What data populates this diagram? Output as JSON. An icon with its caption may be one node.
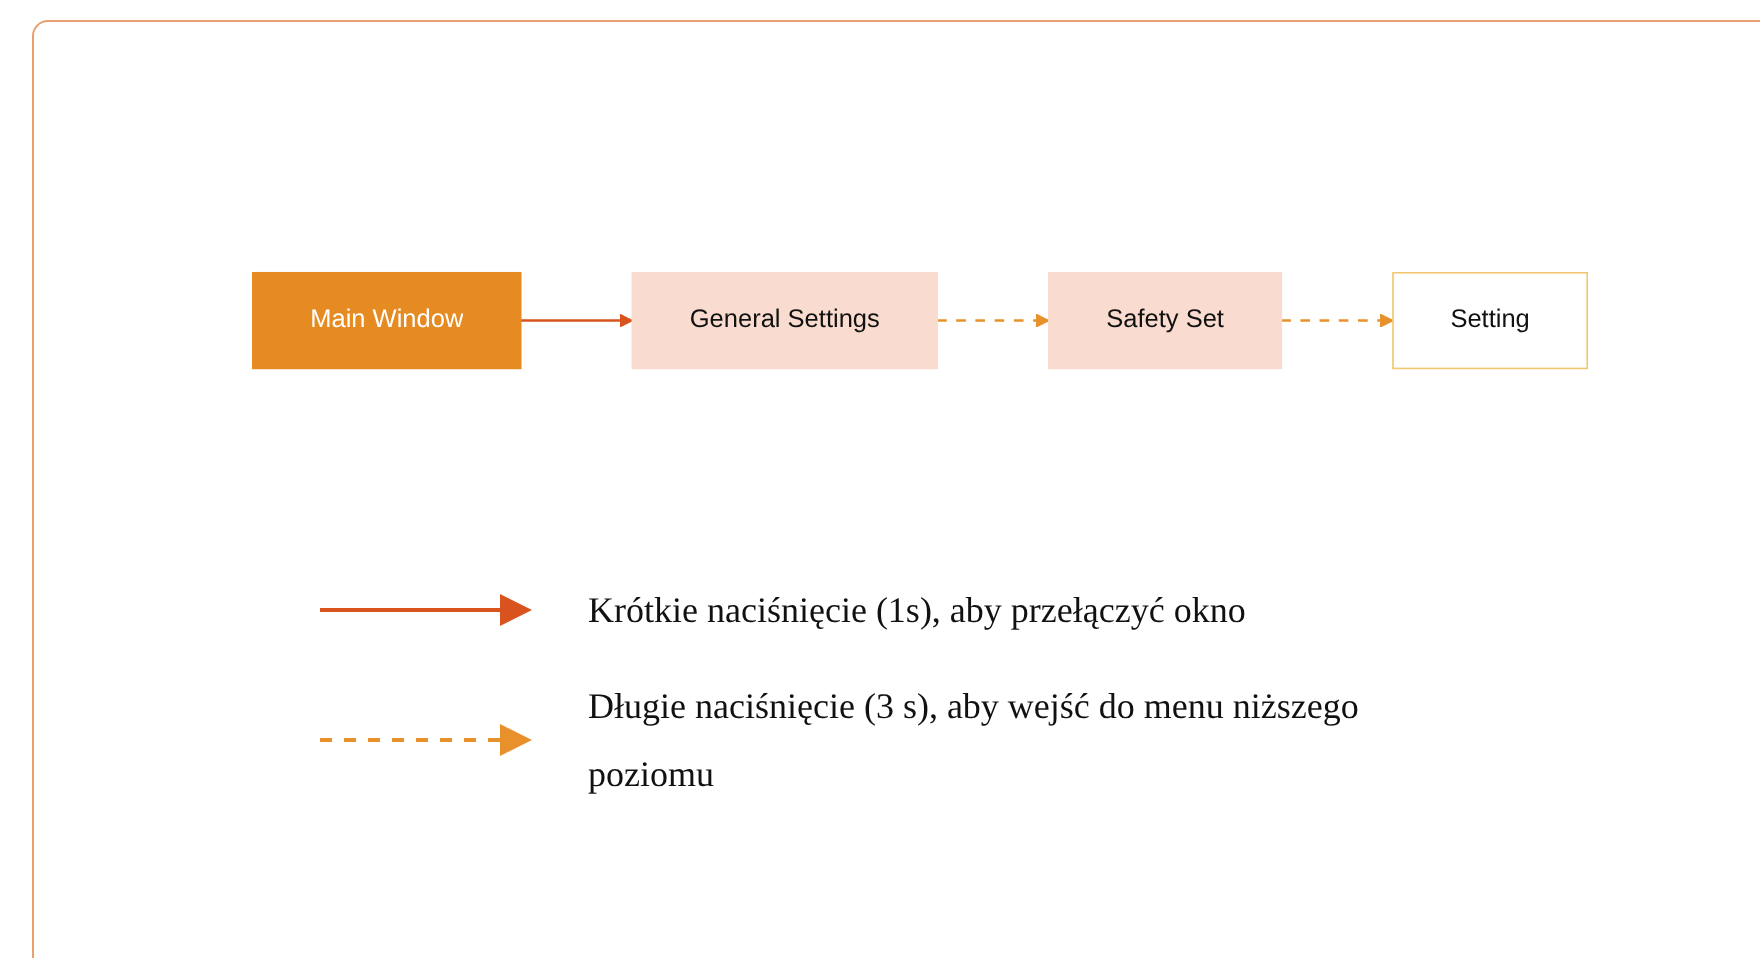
{
  "diagram": {
    "nodes": [
      {
        "text": [
          "Main Window"
        ]
      },
      {
        "text": [
          "General Settings"
        ]
      },
      {
        "text": [
          "Safety Set"
        ]
      },
      {
        "text": [
          "Setting"
        ]
      }
    ],
    "edges": [
      {
        "from": 0,
        "to": 1,
        "arrow": "to",
        "color": "#d9531e"
      },
      {
        "from": 1,
        "to": 2,
        "arrow": "to",
        "style": "dashed"
      },
      {
        "from": 2,
        "to": 3,
        "arrow": "to",
        "style": "dashed"
      }
    ],
    "legend": [
      {
        "text": "Krótkie naciśnięcie (1s), aby przełączyć okno"
      },
      {
        "text": "Długie naciśnięcie (3 s), aby wejść do menu niższego poziomu"
      }
    ]
  }
}
